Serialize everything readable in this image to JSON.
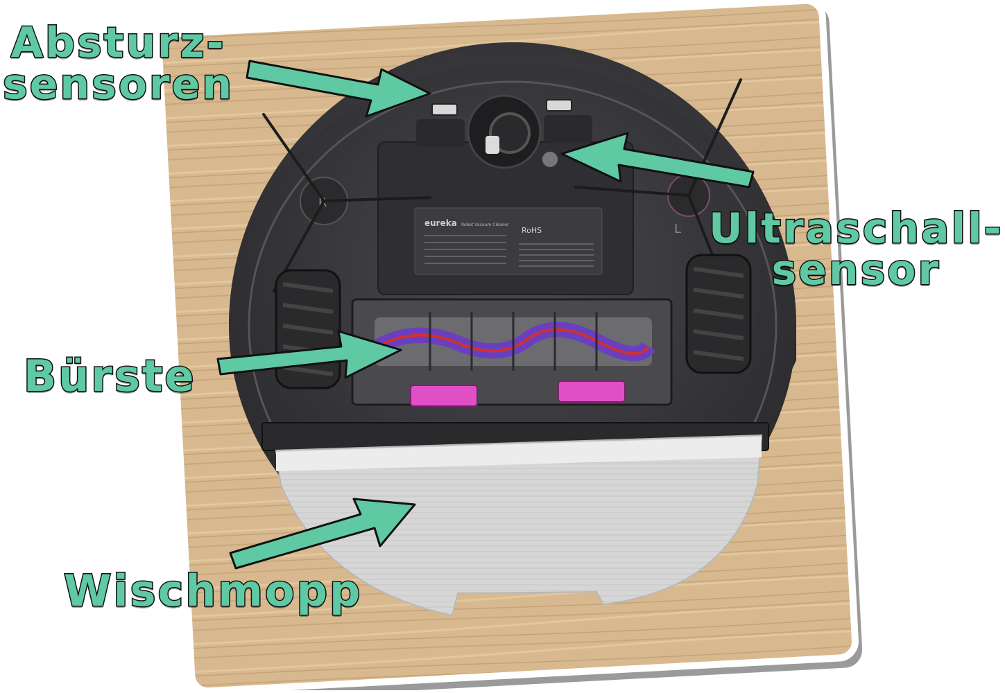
{
  "labels": {
    "cliff_sensors_line1": "Absturz-",
    "cliff_sensors_line2": "sensoren",
    "ultrasonic_line1": "Ultraschall-",
    "ultrasonic_line2": "sensor",
    "brush": "Bürste",
    "mop": "Wischmopp"
  },
  "device_label": {
    "brand": "eureka",
    "product": "Robot Vacuum Cleaner",
    "marks": "RoHS"
  },
  "wheel_marks": {
    "left": "R",
    "right": "L"
  },
  "colors": {
    "accent": "#5fc9a4",
    "outline": "#111111",
    "wood": "#d8b98f",
    "robot_body": "#3a3a3e",
    "clip": "#e14fc7",
    "mop": "#d9d9d9"
  }
}
